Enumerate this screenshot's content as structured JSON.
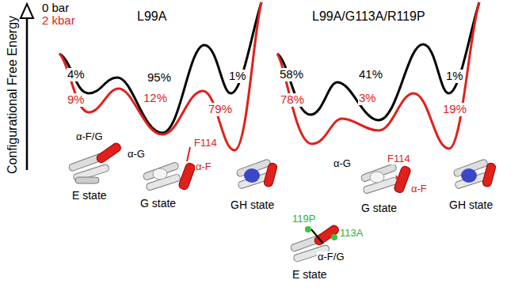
{
  "diagram": {
    "labels": [
      "0 bar",
      "2 kbar",
      "L99A",
      "L99A/G113A/R119P",
      "Configurational Free Energy",
      "4%",
      "95%",
      "1%",
      "9%",
      "12%",
      "79%",
      "58%",
      "41%",
      "1%",
      "78%",
      "3%",
      "19%",
      "α-F/G",
      "E state",
      "α-G",
      "F114",
      "α-F",
      "G state",
      "GH state",
      "119P",
      "113A",
      "α-F/G",
      "E state",
      "α-G",
      "F114",
      "α-F",
      "G state",
      "GH state"
    ]
  }
}
